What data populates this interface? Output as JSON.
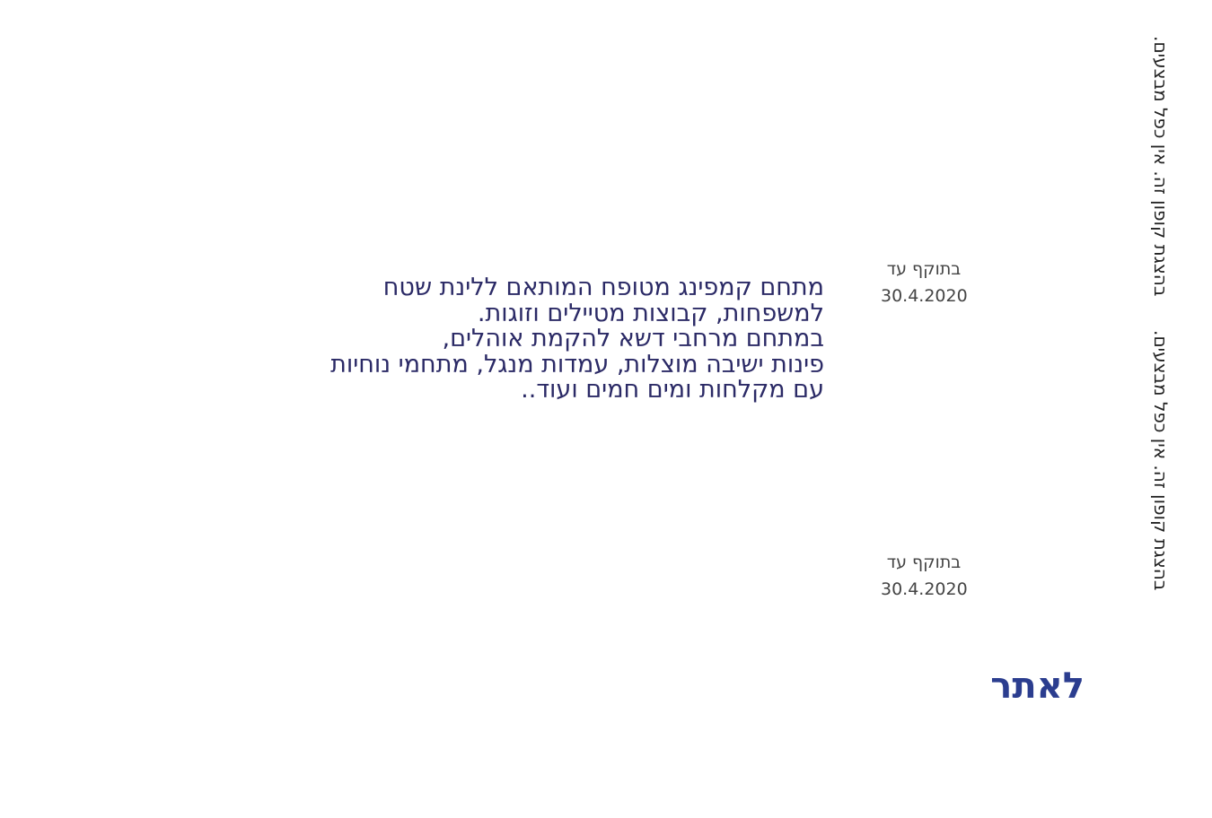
{
  "description": {
    "lines": [
      "מתחם קמפינג מטופח המותאם ללינת שטח",
      "למשפחות, קבוצות מטיילים וזוגות.",
      "במתחם מרחבי דשא להקמת אוהלים,",
      "פינות ישיבה מוצלות, עמדות מנגל, מתחמי נוחיות",
      "עם מקלחות ומים חמים ועוד.."
    ]
  },
  "validity": [
    {
      "label": "בתוקף עד",
      "date": "30.4.2020"
    },
    {
      "label": "בתוקף עד",
      "date": "30.4.2020"
    }
  ],
  "side_notes": [
    "בהצגת קופון זה. אין כפל מבצעים.",
    "בהצגת קופון זה. אין כפל מבצעים."
  ],
  "site_link": "לאתר",
  "colors": {
    "text": "#2b2a66",
    "link": "#2b3d8f"
  }
}
